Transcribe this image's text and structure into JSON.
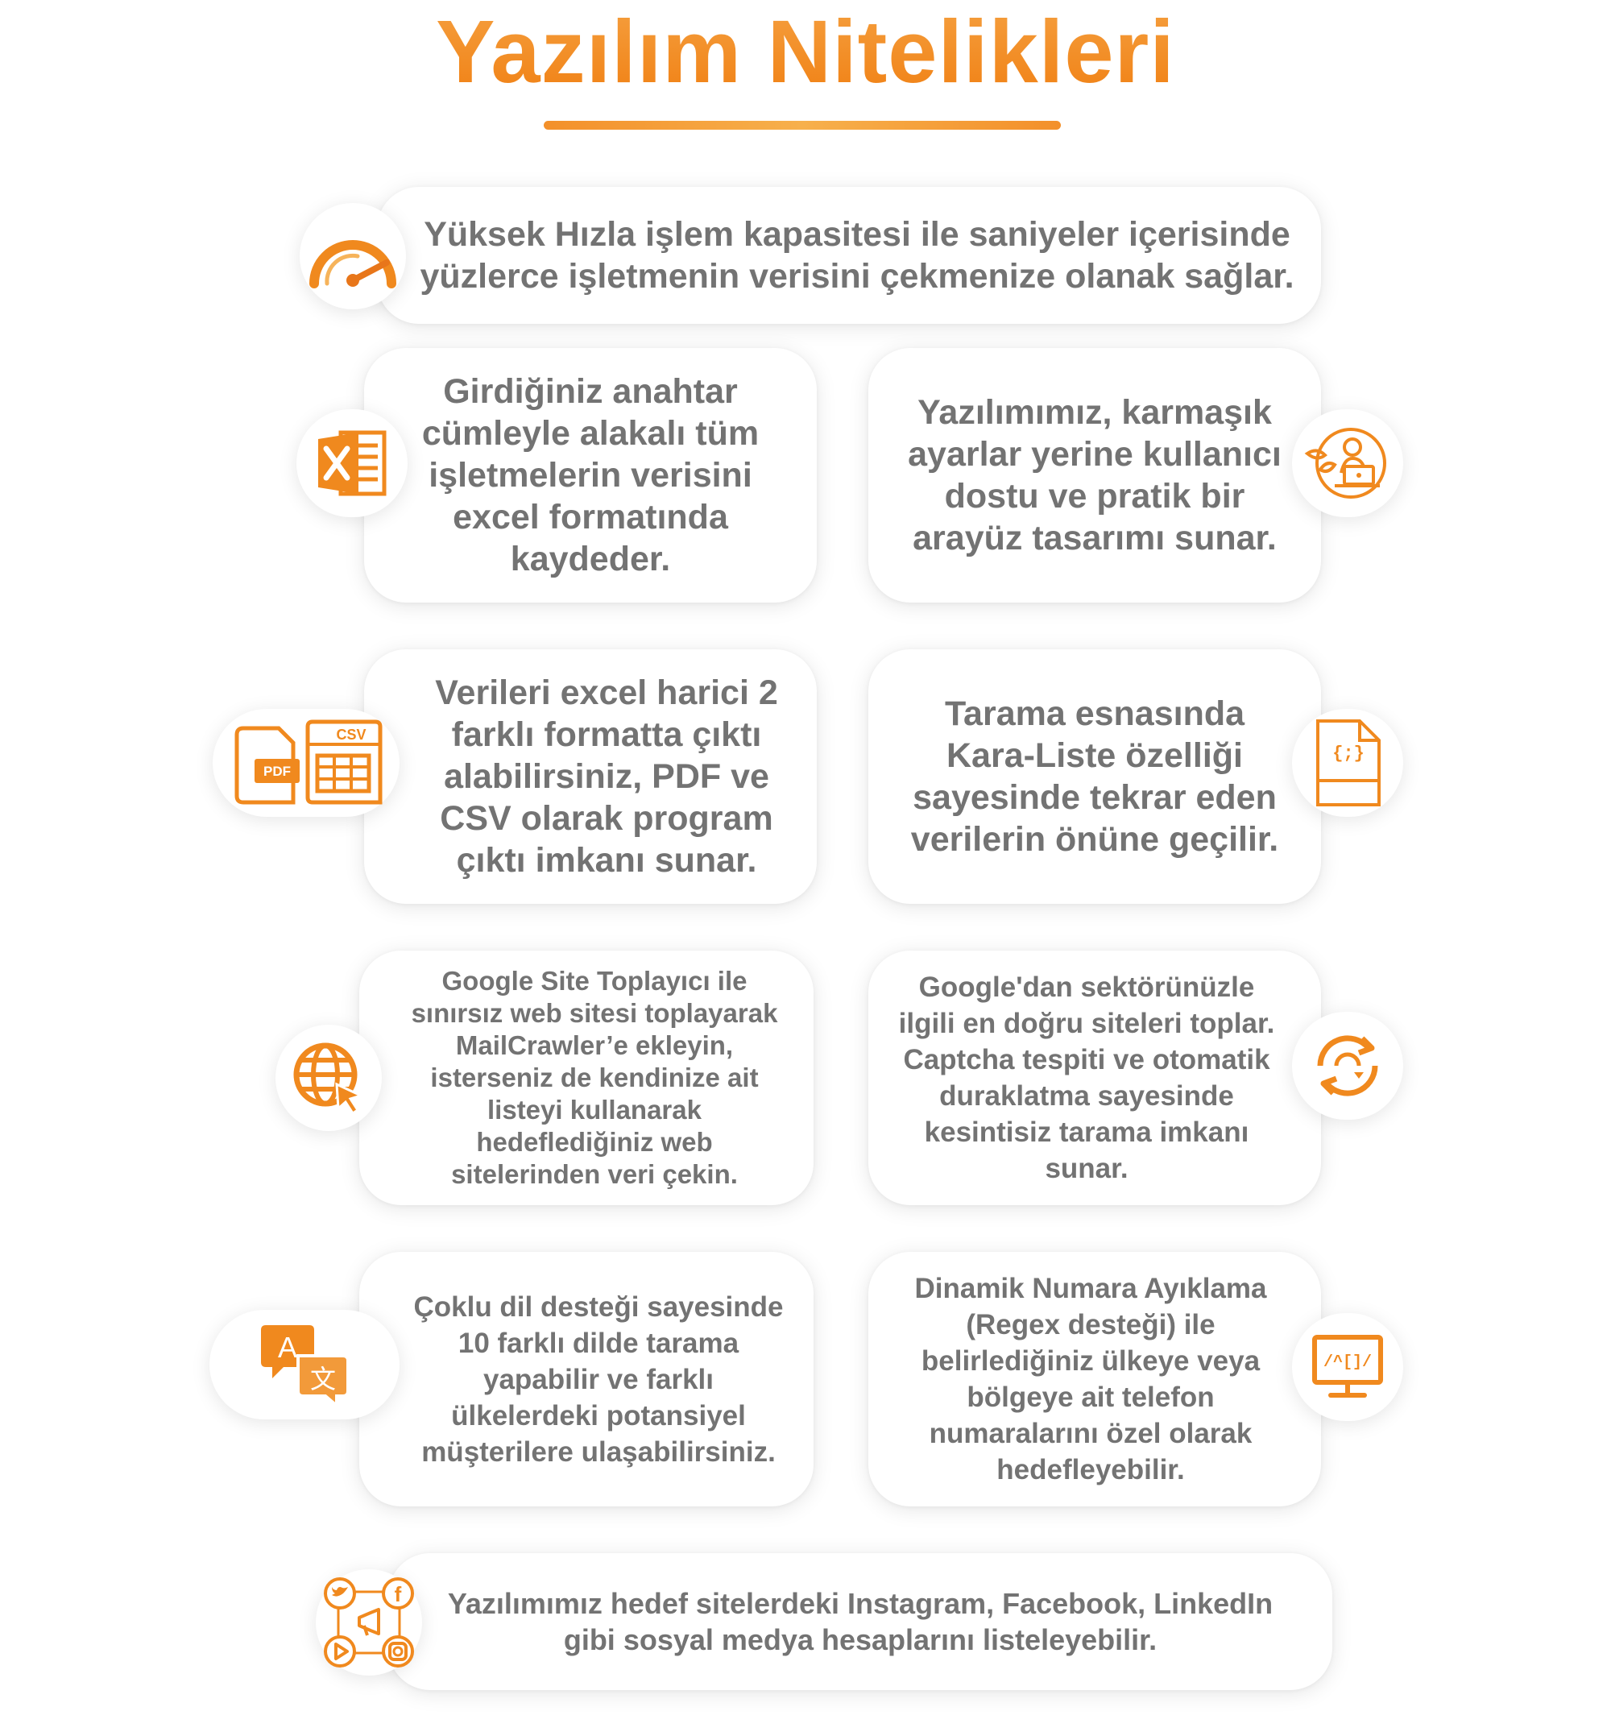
{
  "title": "Yazılım Nitelikleri",
  "colors": {
    "accent": "#f0891e",
    "text": "#737373",
    "card": "#ffffff"
  },
  "features": [
    {
      "text": "Yüksek Hızla işlem kapasitesi ile saniyeler içerisinde yüzlerce işletmenin verisini çekmenize olanak sağlar.",
      "icon": "speedometer-icon"
    },
    {
      "text": "Girdiğiniz anahtar cümleyle alakalı tüm işletmelerin verisini excel formatında kaydeder.",
      "icon": "excel-icon"
    },
    {
      "text": "Yazılımımız, karmaşık ayarlar yerine kullanıcı dostu ve pratik bir arayüz tasarımı sunar.",
      "icon": "user-laptop-icon"
    },
    {
      "text": "Verileri excel harici 2 farklı formatta çıktı alabilirsiniz, PDF ve CSV olarak program çıktı imkanı sunar.",
      "icon": "pdf-csv-icon",
      "icon_labels": [
        "PDF",
        "CSV"
      ]
    },
    {
      "text": "Tarama esnasında Kara-Liste özelliği sayesinde tekrar eden verilerin önüne geçilir.",
      "icon": "code-file-icon",
      "icon_labels": [
        "{;}"
      ]
    },
    {
      "text": "Google Site Toplayıcı ile sınırsız web sitesi toplayarak MailCrawler’e ekleyin, isterseniz de kendinize ait listeyi kullanarak hedeflediğiniz web sitelerinden veri çekin.",
      "icon": "globe-cursor-icon"
    },
    {
      "text": "Google'dan sektörünüzle ilgili en doğru siteleri toplar. Captcha tespiti ve otomatik duraklatma sayesinde kesintisiz tarama imkanı sunar.",
      "icon": "refresh-cycle-icon"
    },
    {
      "text": "Çoklu dil desteği sayesinde 10 farklı dilde tarama yapabilir ve farklı ülkelerdeki potansiyel müşterilere ulaşabilirsiniz.",
      "icon": "translate-icon",
      "icon_labels": [
        "A",
        "文"
      ]
    },
    {
      "text": "Dinamik Numara Ayıklama (Regex desteği) ile belirlediğiniz ülkeye veya bölgeye ait telefon numaralarını özel olarak hedefleyebilir.",
      "icon": "regex-monitor-icon",
      "icon_labels": [
        "/^[]/"
      ]
    },
    {
      "text": "Yazılımımız hedef sitelerdeki Instagram, Facebook, LinkedIn gibi sosyal medya hesaplarını listeleyebilir.",
      "icon": "social-media-icon",
      "icon_labels": [
        "f"
      ]
    }
  ]
}
